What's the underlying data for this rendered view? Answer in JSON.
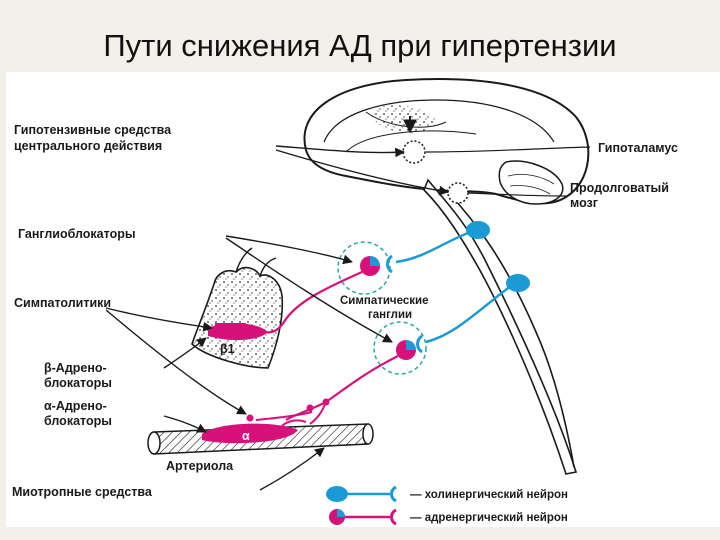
{
  "title": "Пути снижения АД при гипертензии",
  "labels": {
    "central_agents_line1": "Гипотензивные средства",
    "central_agents_line2": "центрального действия",
    "hypothalamus": "Гипоталамус",
    "medulla_line1": "Продолговатый",
    "medulla_line2": "мозг",
    "ganglion_blockers": "Ганглиоблокаторы",
    "sympatholytics": "Симпатолитики",
    "sympathetic_ganglia_line1": "Симпатические",
    "sympathetic_ganglia_line2": "ганглии",
    "beta_blockers_line1": "β-Адрено-",
    "beta_blockers_line2": "блокаторы",
    "alpha_blockers_line1": "α-Адрено-",
    "alpha_blockers_line2": "блокаторы",
    "arteriole": "Артериола",
    "myotropic_agents": "Миотропные средства",
    "beta1_receptor": "β1",
    "alpha_receptor": "α"
  },
  "legend": [
    {
      "label": "— холинергический нейрон",
      "color": "#1b9ad6"
    },
    {
      "label": "— адренергический нейрон",
      "color": "#d6127a"
    }
  ],
  "colors": {
    "cholinergic": "#1b9ad6",
    "adrenergic": "#d6127a",
    "line": "#1a1a1a"
  }
}
